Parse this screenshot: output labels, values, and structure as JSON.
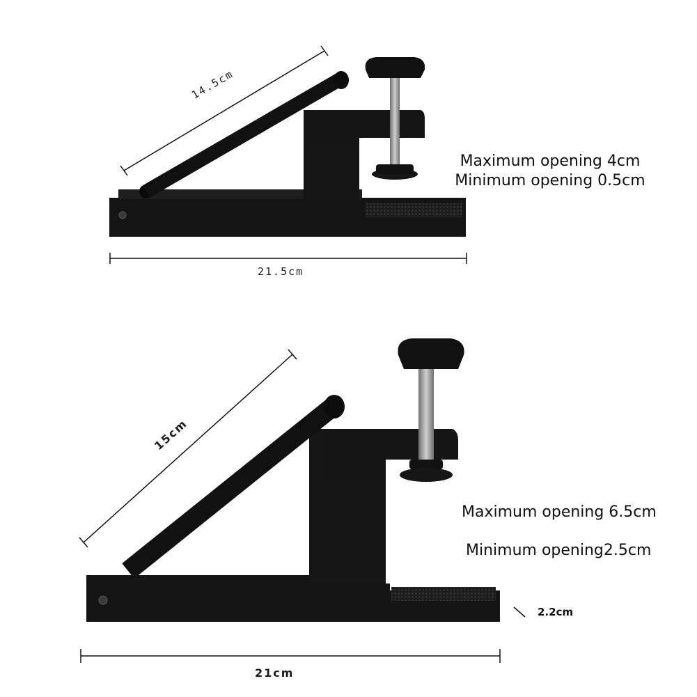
{
  "top_clamp": {
    "arm_length": "14.5cm",
    "base_length": "21.5cm",
    "max_opening": "Maximum opening 4cm",
    "min_opening": "Minimum opening 0.5cm"
  },
  "bottom_clamp": {
    "arm_length": "15cm",
    "base_length": "21cm",
    "height": "2.2cm",
    "max_opening": "Maximum opening 6.5cm",
    "min_opening": "Minimum opening2.5cm"
  },
  "colors": {
    "metal": "#151515",
    "metal_highlight": "#2e2e2e",
    "screw": "#9a9a9a",
    "pad": "#222222",
    "line": "#111111"
  }
}
